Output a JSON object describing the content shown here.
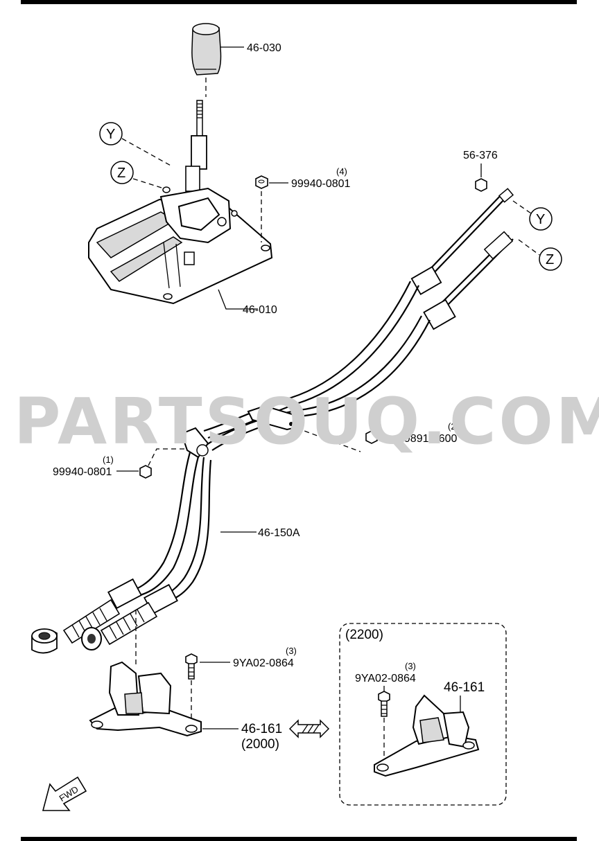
{
  "watermark": "PARTSOUQ.COM",
  "parts": {
    "knob": "46-030",
    "shifter": "46-010",
    "bushing": "56-376",
    "nut_top": "99940-0801",
    "nut_top_qty": "(4)",
    "nut_mid": "99891-0600",
    "nut_mid_qty": "(2)",
    "nut_left": "99940-0801",
    "nut_left_qty": "(1)",
    "cable": "46-150A",
    "bolt": "9YA02-0864",
    "bolt_qty": "(3)",
    "bracket": "46-161",
    "bracket_variant": "(2000)",
    "bolt_alt": "9YA02-0864",
    "bolt_alt_qty": "(3)",
    "bracket_alt": "46-161",
    "alt_variant": "(2200)"
  },
  "callouts": {
    "y": "Y",
    "z": "Z"
  },
  "direction": "FWD"
}
